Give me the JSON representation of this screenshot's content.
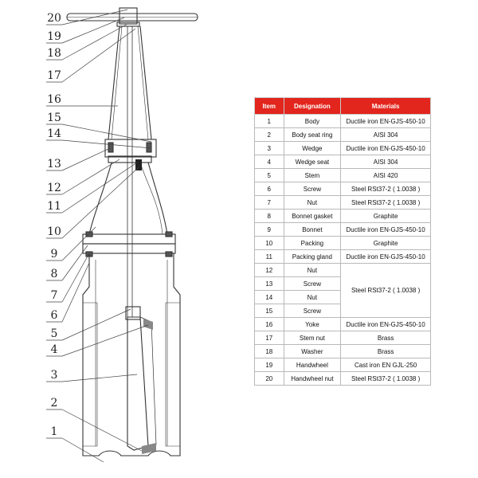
{
  "diagram": {
    "callouts": [
      "1",
      "2",
      "3",
      "4",
      "5",
      "6",
      "7",
      "8",
      "9",
      "10",
      "11",
      "12",
      "13",
      "14",
      "15",
      "16",
      "17",
      "18",
      "19",
      "20"
    ]
  },
  "table": {
    "headers": {
      "item": "Item",
      "designation": "Designation",
      "materials": "Materials"
    },
    "rows": [
      {
        "item": "1",
        "designation": "Body",
        "material": "Ductile iron EN-GJS-450-10"
      },
      {
        "item": "2",
        "designation": "Body seat ring",
        "material": "AISI 304"
      },
      {
        "item": "3",
        "designation": "Wedge",
        "material": "Ductile iron EN-GJS-450-10"
      },
      {
        "item": "4",
        "designation": "Wedge seat",
        "material": "AISI 304"
      },
      {
        "item": "5",
        "designation": "Stem",
        "material": "AISI 420"
      },
      {
        "item": "6",
        "designation": "Screw",
        "material": "Steel RSt37-2 ( 1.0038 )"
      },
      {
        "item": "7",
        "designation": "Nut",
        "material": "Steel RSt37-2 ( 1.0038 )"
      },
      {
        "item": "8",
        "designation": "Bonnet gasket",
        "material": "Graphite"
      },
      {
        "item": "9",
        "designation": "Bonnet",
        "material": "Ductile iron EN-GJS-450-10"
      },
      {
        "item": "10",
        "designation": "Packing",
        "material": "Graphite"
      },
      {
        "item": "11",
        "designation": "Packing gland",
        "material": "Ductile iron EN-GJS-450-10"
      },
      {
        "item": "12",
        "designation": "Nut",
        "material": ""
      },
      {
        "item": "13",
        "designation": "Screw",
        "material": ""
      },
      {
        "item": "14",
        "designation": "Nut",
        "material": ""
      },
      {
        "item": "15",
        "designation": "Screw",
        "material": ""
      },
      {
        "item": "16",
        "designation": "Yoke",
        "material": "Ductile iron EN-GJS-450-10"
      },
      {
        "item": "17",
        "designation": "Stem nut",
        "material": "Brass"
      },
      {
        "item": "18",
        "designation": "Washer",
        "material": "Brass"
      },
      {
        "item": "19",
        "designation": "Handwheel",
        "material": "Cast iron EN GJL-250"
      },
      {
        "item": "20",
        "designation": "Handwheel nut",
        "material": "Steel RSt37-2 ( 1.0038 )"
      }
    ],
    "merged_material_12_15": "Steel RSt37-2 ( 1.0038 )"
  },
  "colors": {
    "header_bg": "#e2251d",
    "header_text": "#ffffff",
    "line": "#333333",
    "grid": "#b9b9b9"
  }
}
